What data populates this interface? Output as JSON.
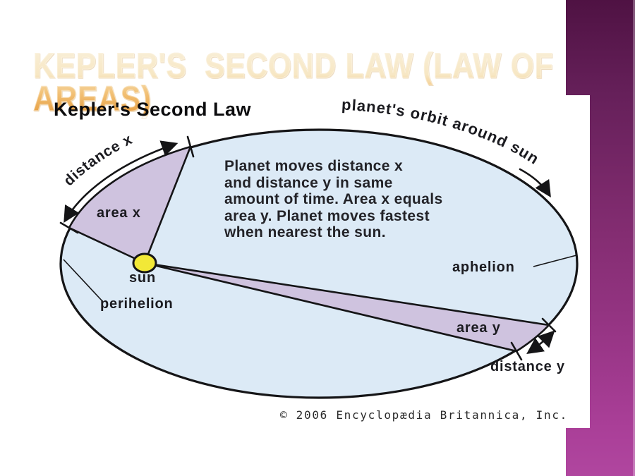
{
  "slide": {
    "title": "KEPLER'S  SECOND LAW (LAW OF\nAREAS)"
  },
  "diagram": {
    "heading": "Kepler's Second Law",
    "orbit_label": "planet's orbit around sun",
    "description": "Planet moves distance x\nand distance y in same\namount of time. Area x equals\narea y. Planet moves fastest\nwhen nearest the sun.",
    "labels": {
      "distance_x": "distance x",
      "area_x": "area x",
      "sun": "sun",
      "perihelion": "perihelion",
      "aphelion": "aphelion",
      "area_y": "area y",
      "distance_y": "distance y"
    },
    "credit": "© 2006 Encyclopædia Britannica, Inc."
  },
  "theme": {
    "colors": {
      "band-top": "#4f1243",
      "band-mid": "#842d72",
      "band-bottom": "#aa3f98",
      "gold-dark": "#e8a44a",
      "orbit-fill": "#dceaf6",
      "sector-fill": "#cfc3df",
      "sun-fill": "#f2e837",
      "ink": "#151517"
    }
  }
}
